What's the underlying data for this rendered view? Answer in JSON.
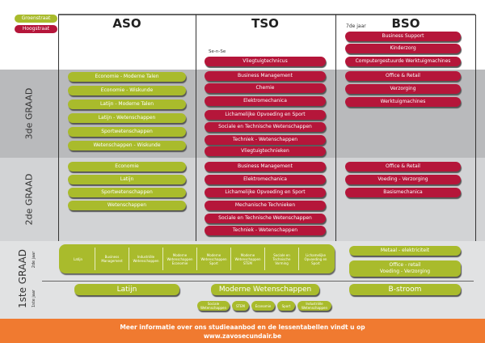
{
  "legend": {
    "green": "Groenstraat",
    "red": "Hoogstraat"
  },
  "columns": {
    "aso": "ASO",
    "tso": "TSO",
    "bso": "BSO"
  },
  "labels": {
    "bso_7": "7de jaar",
    "tso_sense": "Se-n-Se",
    "graad3": "3de GRAAD",
    "graad2": "2de GRAAD",
    "graad1": "1ste GRAAD",
    "jaar2": "2de jaar",
    "jaar1": "1ste jaar"
  },
  "g3": {
    "aso": [
      {
        "t": "Economie - Moderne Talen",
        "c": "g"
      },
      {
        "t": "Economie - Wiskunde",
        "c": "g"
      },
      {
        "t": "Latijn - Moderne Talen",
        "c": "g"
      },
      {
        "t": "Latijn - Wetenschappen",
        "c": "g"
      },
      {
        "t": "Sportwetenschappen",
        "c": "g"
      },
      {
        "t": "Wetenschappen - Wiskunde",
        "c": "g"
      }
    ],
    "tso": [
      {
        "t": "Vliegtuigtechnicus",
        "c": "r"
      },
      {
        "t": "Business Management",
        "c": "r"
      },
      {
        "t": "Chemie",
        "c": "r"
      },
      {
        "t": "Elektromechanica",
        "c": "r"
      },
      {
        "t": "Lichamelijke Opvoeding en Sport",
        "c": "r"
      },
      {
        "t": "Sociale en Technische Wetenschappen",
        "c": "r"
      },
      {
        "t": "Techniek - Wetenschappen",
        "c": "r"
      },
      {
        "t": "Vliegtuigtechnieken",
        "c": "r"
      }
    ],
    "bso": [
      {
        "t": "Business Support",
        "c": "r"
      },
      {
        "t": "Kinderzorg",
        "c": "r"
      },
      {
        "t": "Computergestuurde Werktuigmachines",
        "c": "r"
      },
      {
        "t": "Office & Retail",
        "c": "r"
      },
      {
        "t": "Verzorging",
        "c": "r"
      },
      {
        "t": "Werktuigmachines",
        "c": "r"
      }
    ]
  },
  "g2": {
    "aso": [
      {
        "t": "Economie",
        "c": "g"
      },
      {
        "t": "Latijn",
        "c": "g"
      },
      {
        "t": "Sportwetenschappen",
        "c": "g"
      },
      {
        "t": "Wetenschappen",
        "c": "g"
      }
    ],
    "tso": [
      {
        "t": "Business Management",
        "c": "r"
      },
      {
        "t": "Elektromechanica",
        "c": "r"
      },
      {
        "t": "Lichamelijke Opvoeding en Sport",
        "c": "r"
      },
      {
        "t": "Mechanische Technieken",
        "c": "r"
      },
      {
        "t": "Sociale en Technische Wetenschappen",
        "c": "r"
      },
      {
        "t": "Techniek - Wetenschappen",
        "c": "r"
      }
    ],
    "bso": [
      {
        "t": "Office & Retail",
        "c": "r"
      },
      {
        "t": "Voeding - Verzorging",
        "c": "r"
      },
      {
        "t": "Basismechanica",
        "c": "r"
      }
    ]
  },
  "g1": {
    "jaar2_cells": [
      "Latijn",
      "Business Management",
      "Industriële Wetenschappen",
      "Moderne Wetenschappen Economie",
      "Moderne Wetenschappen Sport",
      "Moderne Wetenschappen STEM",
      "Sociale en Technische Vorming",
      "Lichamelijke Opvoeding en Sport"
    ],
    "bso_jaar2": [
      "Metaal - elektriciteit",
      "Office - retail",
      "Voeding - Verzorging"
    ],
    "latijn": "Latijn",
    "mw": "Moderne Wetenschappen",
    "bstroom": "B-stroom",
    "mw_opties": [
      "Sociale Wetenschappen",
      "STEM",
      "Economie",
      "Sport",
      "Industriële Wetenschappen"
    ]
  },
  "footer": {
    "line1": "Meer informatie over ons studieaanbod en de lessentabellen vindt u op",
    "line2": "www.zavosecundair.be"
  },
  "colors": {
    "green": "#a9bb2c",
    "red": "#b5163a",
    "orange": "#f07a30"
  }
}
